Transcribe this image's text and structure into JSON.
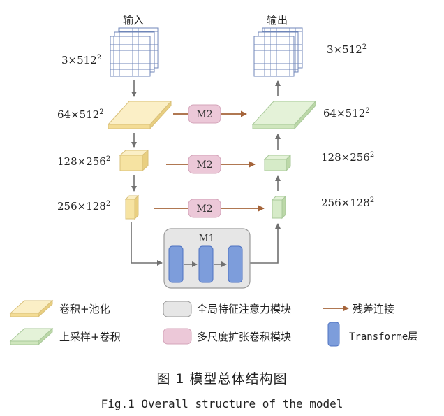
{
  "headers": {
    "input": "输入",
    "output": "输出"
  },
  "dims": {
    "in0_base": "3×512",
    "in0_exp": "2",
    "in1_base": "64×512",
    "in1_exp": "2",
    "in2_base": "128×256",
    "in2_exp": "2",
    "in3_base": "256×128",
    "in3_exp": "2",
    "out0_base": "3×512",
    "out0_exp": "2",
    "out1_base": "64×512",
    "out1_exp": "2",
    "out2_base": "128×256",
    "out2_exp": "2",
    "out3_base": "256×128",
    "out3_exp": "2"
  },
  "modules": {
    "m2": "M2",
    "m1": "M1"
  },
  "legend": {
    "conv_pool": "卷积+池化",
    "global_attention": "全局特征注意力模块",
    "residual": "残差连接",
    "upsample_conv": "上采样+卷积",
    "multiscale": "多尺度扩张卷积模块",
    "transformer": "Transforme层"
  },
  "caption": {
    "cn": "图 1 模型总体结构图",
    "en": "Fig.1 Overall structure of the model"
  },
  "colors": {
    "encoder": "#f7e4a6",
    "decoder": "#d6ebc8",
    "m2_fill": "#ecc8d8",
    "m1_fill": "#e6e6e6",
    "transformer": "#7d9ddb",
    "residual_arrow": "#a5643a",
    "flow_arrow": "#707070"
  }
}
